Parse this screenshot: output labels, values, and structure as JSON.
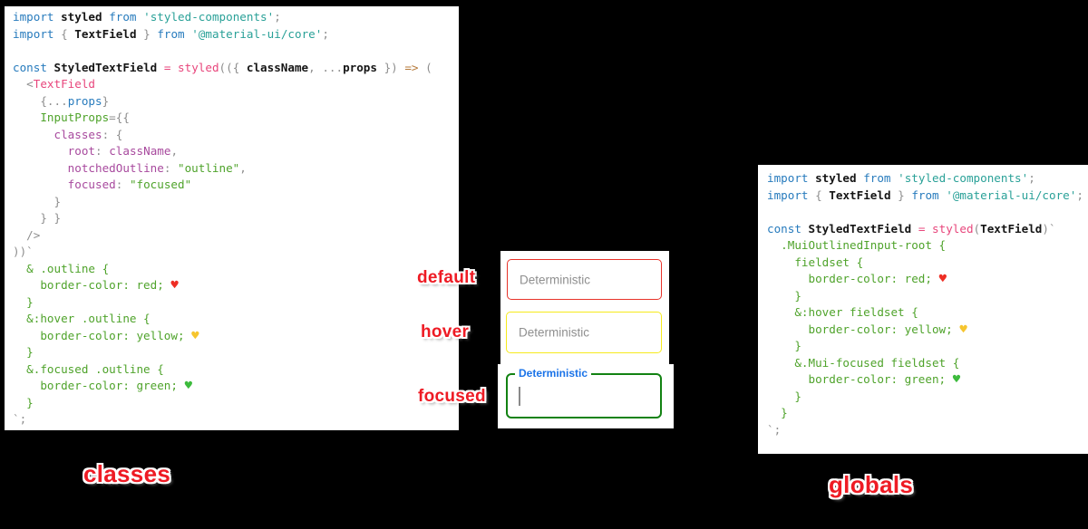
{
  "labels": {
    "left_panel": "classes",
    "right_panel": "globals"
  },
  "states": [
    {
      "name": "default",
      "placeholder": "Deterministic",
      "border_color": "#e8332a"
    },
    {
      "name": "hover",
      "placeholder": "Deterministic",
      "border_color": "#f6ea1c"
    },
    {
      "name": "focused",
      "field_label": "Deterministic",
      "border_color": "#128212",
      "label_color": "#1a73e8"
    }
  ],
  "colors": {
    "background": "#000000",
    "panel_bg": "#ffffff",
    "sticker_red": "#ee1b24",
    "keyword_blue": "#277bbd",
    "string_teal": "#2aa198",
    "css_green": "#4fa32b",
    "object_key_purple": "#a84a9e",
    "function_pink": "#e8467c",
    "punctuation_gray": "#8e8e8e",
    "arrow_brown": "#b5793a",
    "heart_red": "#ee2e24",
    "heart_yellow": "#f6c52e",
    "heart_green": "#3dbb3d",
    "placeholder_gray": "#8f8f8f",
    "focused_label_blue": "#1a73e8"
  },
  "left_code": {
    "lines": [
      [
        {
          "c": "kw",
          "t": "import"
        },
        {
          "t": " "
        },
        {
          "c": "id",
          "t": "styled"
        },
        {
          "t": " "
        },
        {
          "c": "kw",
          "t": "from"
        },
        {
          "t": " "
        },
        {
          "c": "str",
          "t": "'styled-components'"
        },
        {
          "c": "gry",
          "t": ";"
        }
      ],
      [
        {
          "c": "kw",
          "t": "import"
        },
        {
          "t": " "
        },
        {
          "c": "gry",
          "t": "{"
        },
        {
          "t": " "
        },
        {
          "c": "id",
          "t": "TextField"
        },
        {
          "t": " "
        },
        {
          "c": "gry",
          "t": "}"
        },
        {
          "t": " "
        },
        {
          "c": "kw",
          "t": "from"
        },
        {
          "t": " "
        },
        {
          "c": "str",
          "t": "'@material-ui/core'"
        },
        {
          "c": "gry",
          "t": ";"
        }
      ],
      [],
      [
        {
          "c": "kw",
          "t": "const"
        },
        {
          "t": " "
        },
        {
          "c": "id",
          "t": "StyledTextField"
        },
        {
          "t": " "
        },
        {
          "c": "pnk",
          "t": "="
        },
        {
          "t": " "
        },
        {
          "c": "pnk",
          "t": "styled"
        },
        {
          "c": "gry",
          "t": "(({"
        },
        {
          "t": " "
        },
        {
          "c": "id",
          "t": "className"
        },
        {
          "c": "gry",
          "t": ","
        },
        {
          "t": " "
        },
        {
          "c": "gry",
          "t": "..."
        },
        {
          "c": "id",
          "t": "props"
        },
        {
          "t": " "
        },
        {
          "c": "gry",
          "t": "})"
        },
        {
          "t": " "
        },
        {
          "c": "arw",
          "t": "=>"
        },
        {
          "t": " "
        },
        {
          "c": "gry",
          "t": "("
        }
      ],
      [
        {
          "t": "  "
        },
        {
          "c": "gry",
          "t": "<"
        },
        {
          "c": "pnk",
          "t": "TextField"
        }
      ],
      [
        {
          "t": "    "
        },
        {
          "c": "gry",
          "t": "{..."
        },
        {
          "c": "kw",
          "t": "props"
        },
        {
          "c": "gry",
          "t": "}"
        }
      ],
      [
        {
          "t": "    "
        },
        {
          "c": "grn",
          "t": "InputProps"
        },
        {
          "c": "gry",
          "t": "={{"
        }
      ],
      [
        {
          "t": "      "
        },
        {
          "c": "pur",
          "t": "classes"
        },
        {
          "c": "gry",
          "t": ":"
        },
        {
          "t": " "
        },
        {
          "c": "gry",
          "t": "{"
        }
      ],
      [
        {
          "t": "        "
        },
        {
          "c": "pur",
          "t": "root"
        },
        {
          "c": "gry",
          "t": ":"
        },
        {
          "t": " "
        },
        {
          "c": "pur",
          "t": "className"
        },
        {
          "c": "gry",
          "t": ","
        }
      ],
      [
        {
          "t": "        "
        },
        {
          "c": "pur",
          "t": "notchedOutline"
        },
        {
          "c": "gry",
          "t": ":"
        },
        {
          "t": " "
        },
        {
          "c": "grn",
          "t": "\"outline\""
        },
        {
          "c": "gry",
          "t": ","
        }
      ],
      [
        {
          "t": "        "
        },
        {
          "c": "pur",
          "t": "focused"
        },
        {
          "c": "gry",
          "t": ":"
        },
        {
          "t": " "
        },
        {
          "c": "grn",
          "t": "\"focused\""
        }
      ],
      [
        {
          "t": "      "
        },
        {
          "c": "gry",
          "t": "}"
        }
      ],
      [
        {
          "t": "    "
        },
        {
          "c": "gry",
          "t": "} }"
        }
      ],
      [
        {
          "t": "  "
        },
        {
          "c": "gry",
          "t": "/>"
        }
      ],
      [
        {
          "c": "gry",
          "t": "))`"
        }
      ],
      [
        {
          "c": "grn",
          "t": "  & .outline {"
        }
      ],
      [
        {
          "c": "grn",
          "t": "    border-color: red; "
        },
        {
          "c": "hr",
          "t": "♥"
        }
      ],
      [
        {
          "c": "grn",
          "t": "  }"
        }
      ],
      [
        {
          "c": "grn",
          "t": "  &:hover .outline {"
        }
      ],
      [
        {
          "c": "grn",
          "t": "    border-color: yellow; "
        },
        {
          "c": "hy",
          "t": "♥"
        }
      ],
      [
        {
          "c": "grn",
          "t": "  }"
        }
      ],
      [
        {
          "c": "grn",
          "t": "  &.focused .outline {"
        }
      ],
      [
        {
          "c": "grn",
          "t": "    border-color: green; "
        },
        {
          "c": "hg",
          "t": "♥"
        }
      ],
      [
        {
          "c": "grn",
          "t": "  }"
        }
      ],
      [
        {
          "c": "gry",
          "t": "`;"
        }
      ]
    ]
  },
  "right_code": {
    "lines": [
      [
        {
          "c": "kw",
          "t": "import"
        },
        {
          "t": " "
        },
        {
          "c": "id",
          "t": "styled"
        },
        {
          "t": " "
        },
        {
          "c": "kw",
          "t": "from"
        },
        {
          "t": " "
        },
        {
          "c": "str",
          "t": "'styled-components'"
        },
        {
          "c": "gry",
          "t": ";"
        }
      ],
      [
        {
          "c": "kw",
          "t": "import"
        },
        {
          "t": " "
        },
        {
          "c": "gry",
          "t": "{"
        },
        {
          "t": " "
        },
        {
          "c": "id",
          "t": "TextField"
        },
        {
          "t": " "
        },
        {
          "c": "gry",
          "t": "}"
        },
        {
          "t": " "
        },
        {
          "c": "kw",
          "t": "from"
        },
        {
          "t": " "
        },
        {
          "c": "str",
          "t": "'@material-ui/core'"
        },
        {
          "c": "gry",
          "t": ";"
        }
      ],
      [],
      [
        {
          "c": "kw",
          "t": "const"
        },
        {
          "t": " "
        },
        {
          "c": "id",
          "t": "StyledTextField"
        },
        {
          "t": " "
        },
        {
          "c": "pnk",
          "t": "="
        },
        {
          "t": " "
        },
        {
          "c": "pnk",
          "t": "styled"
        },
        {
          "c": "gry",
          "t": "("
        },
        {
          "c": "id",
          "t": "TextField"
        },
        {
          "c": "gry",
          "t": ")`"
        }
      ],
      [
        {
          "c": "grn",
          "t": "  .MuiOutlinedInput-root {"
        }
      ],
      [
        {
          "c": "grn",
          "t": "    fieldset {"
        }
      ],
      [
        {
          "c": "grn",
          "t": "      border-color: red; "
        },
        {
          "c": "hr",
          "t": "♥"
        }
      ],
      [
        {
          "c": "grn",
          "t": "    }"
        }
      ],
      [
        {
          "c": "grn",
          "t": "    &:hover fieldset {"
        }
      ],
      [
        {
          "c": "grn",
          "t": "      border-color: yellow; "
        },
        {
          "c": "hy",
          "t": "♥"
        }
      ],
      [
        {
          "c": "grn",
          "t": "    }"
        }
      ],
      [
        {
          "c": "grn",
          "t": "    &.Mui-focused fieldset {"
        }
      ],
      [
        {
          "c": "grn",
          "t": "      border-color: green; "
        },
        {
          "c": "hg",
          "t": "♥"
        }
      ],
      [
        {
          "c": "grn",
          "t": "    }"
        }
      ],
      [
        {
          "c": "grn",
          "t": "  }"
        }
      ],
      [
        {
          "c": "gry",
          "t": "`;"
        }
      ]
    ]
  }
}
